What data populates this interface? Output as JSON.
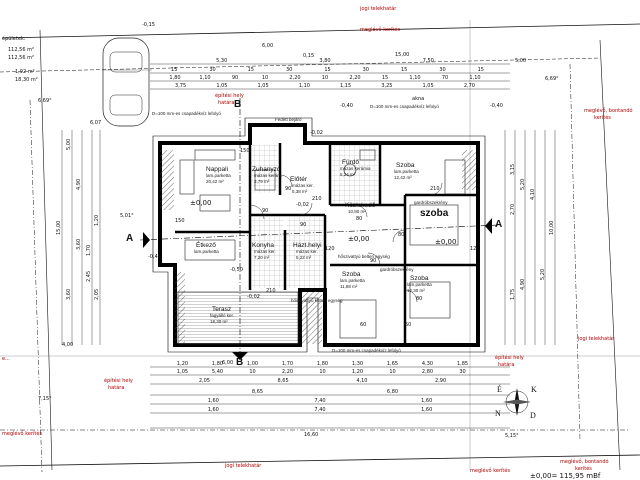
{
  "header": {
    "title_partial": "épületek:",
    "area_1": "112,56 m²",
    "area_2": "112,56 m²",
    "area_3": "1,92 m²",
    "area_4": "18,30 m²"
  },
  "boundary_labels": {
    "jogi_telekhatar_top": "jogi telekhatár",
    "meglevo_kerites_top": "meglévő kerítés",
    "epitesi_hely_top": "építési hely",
    "hatara_top": "határa",
    "meglevo_bontando_top": "meglévő, bontandó",
    "kerites_top": "kerítés",
    "jogi_telekhatar_right": "jogi telekhatár",
    "epitesi_hely_right": "építési hely",
    "hatara_right": "határa",
    "epitesi_hely_left": "építési hely",
    "hatara_left": "határa",
    "meglevo_kerites_left": "meglévő kerítés",
    "meglevo_kerites_bottom": "meglévő kerítés",
    "jogi_telekhatar_bottom": "jogi telekhatár",
    "meglevo_bontando_bottom": "meglévő, bontandó",
    "kerites_bottom": "kerítés",
    "eloter_partial": "e..."
  },
  "rooms": [
    {
      "name": "Nappali",
      "sub": "lam.parketta",
      "area": "20,42 m²"
    },
    {
      "name": "Zuhanyzó",
      "sub": "mázas kerám.",
      "area": "3,79 m²"
    },
    {
      "name": "Előtér",
      "sub": "mázas ker.",
      "area": "5,38 m²"
    },
    {
      "name": "Fürdő",
      "sub": "mázas kerámia",
      "area": "5,24 m²"
    },
    {
      "name": "Szoba",
      "sub": "lam.parketta",
      "area": "12,42 m²"
    },
    {
      "name": "Közlekedő",
      "sub": "",
      "area": "10,80 m²"
    },
    {
      "name": "Étkező",
      "sub": "lam.parketta",
      "area": ""
    },
    {
      "name": "Konyha",
      "sub": "mázas ker.",
      "area": "7,20 m²"
    },
    {
      "name": "Házt.helyi",
      "sub": "mázas ker.",
      "area": "5,22 m²"
    },
    {
      "name": "Szoba",
      "sub": "lam.parketta",
      "area": "11,88 m²"
    },
    {
      "name": "Szoba",
      "sub": "lam.parketta",
      "area": "12,30 m²"
    },
    {
      "name": "Terasz",
      "sub": "fagyálló ker.",
      "area": "18,30 m²"
    },
    {
      "name": "Fedett bejáró",
      "sub": "",
      "area": ""
    }
  ],
  "labels": {
    "szoba_big": "szoba",
    "gardrobe": "gardróbszekrény",
    "gardrobe_2": "gardróbszekrény",
    "nappali_elev": "±0,00",
    "szoba_elev": "±0,00",
    "kozl_elev": "±0,00",
    "bottom_elev": "±0,00= 115,95 mBf",
    "section_a_left": "A",
    "section_a_right": "A",
    "section_b_top": "B",
    "section_b_bottom": "B",
    "aknas": "akna",
    "csatorna_1": "D=100 mm-es csapadékvíz lefolyó",
    "csatorna_2": "D=100 mm-es csapadékvíz lefolyó",
    "csatorna_3": "D=100 mm-es csapadékvíz lefolyó",
    "hoszivattyu": "hőszivattyú kültéri egység",
    "hoszivattyu2": "hőszivattyú belteri egység",
    "level_015": "-0,15",
    "level_040_a": "-0,40",
    "level_040_b": "-0,40",
    "level_045": "-0,45",
    "level_002_a": "-0,02",
    "level_002_b": "-0,02",
    "level_002_c": "-0,02",
    "level_050": "-0,50",
    "slope_501": "5,01°",
    "slope_607": "6,07",
    "slope_669": "6,69°",
    "slope_715": "7,15°",
    "slope_515": "5,15°",
    "slope_669b": "6,69°",
    "level_p015": "0,15"
  },
  "compass": {
    "n": "N",
    "e": "É",
    "k": "K",
    "d": "D"
  },
  "dims_top": {
    "row1": [
      "5,30",
      "3,80",
      "7,50"
    ],
    "row2": [
      "15",
      "30",
      "15",
      "30",
      "15",
      "30",
      "15",
      "30",
      "15"
    ],
    "row3": [
      "1,80",
      "1,10",
      "90",
      "10",
      "2,20",
      "10",
      "2,20",
      "15",
      "1,10",
      "70",
      "1,10"
    ],
    "row4": [
      "3,75",
      "1,05",
      "1,05",
      "1,10",
      "1,15",
      "3,25",
      "1,05",
      "2,70"
    ],
    "outer": "5,00",
    "outer_b": "15,00",
    "outer_c": "6,00"
  },
  "dims_bottom": {
    "row1": [
      "1,20",
      "1,80",
      "1,00",
      "1,70",
      "1,80",
      "1,30",
      "1,65",
      "4,30",
      "1,85"
    ],
    "row2": [
      "1,05",
      "5,40",
      "10",
      "2,20",
      "10",
      "1,20",
      "10",
      "2,80",
      "30"
    ],
    "row3": [
      "2,05",
      "8,65",
      "4,10",
      "2,90"
    ],
    "row4": [
      "8,65",
      "6,80"
    ],
    "row5": [
      "1,60",
      "7,40",
      "1,60"
    ],
    "row6": [
      "1,60",
      "7,40",
      "1,60"
    ],
    "total": "16,60",
    "d600": "6,00",
    "d400": "4,00"
  },
  "dims_left": {
    "total": "15,00",
    "h1": "4,90",
    "h2": "3,60",
    "h3": "1,20",
    "h4": "2,05",
    "h5": "2,45",
    "h6": "1,70",
    "h7": "3,60",
    "h8": "5,00"
  },
  "dims_right": {
    "total": "10,00",
    "h1": "5,20",
    "h2": "4,90",
    "h3": "4,10",
    "h4": "3,15",
    "h5": "2,70",
    "h6": "1,75",
    "h7": "5,20"
  },
  "door_marks": [
    "90",
    "90",
    "80",
    "80",
    "80",
    "90",
    "90",
    "210",
    "210",
    "210",
    "150",
    "150",
    "120",
    "120",
    "60",
    "50"
  ],
  "colors": {
    "ink": "#111111",
    "red": "#b00000",
    "hatch": "#333333",
    "wall": "#000000"
  }
}
